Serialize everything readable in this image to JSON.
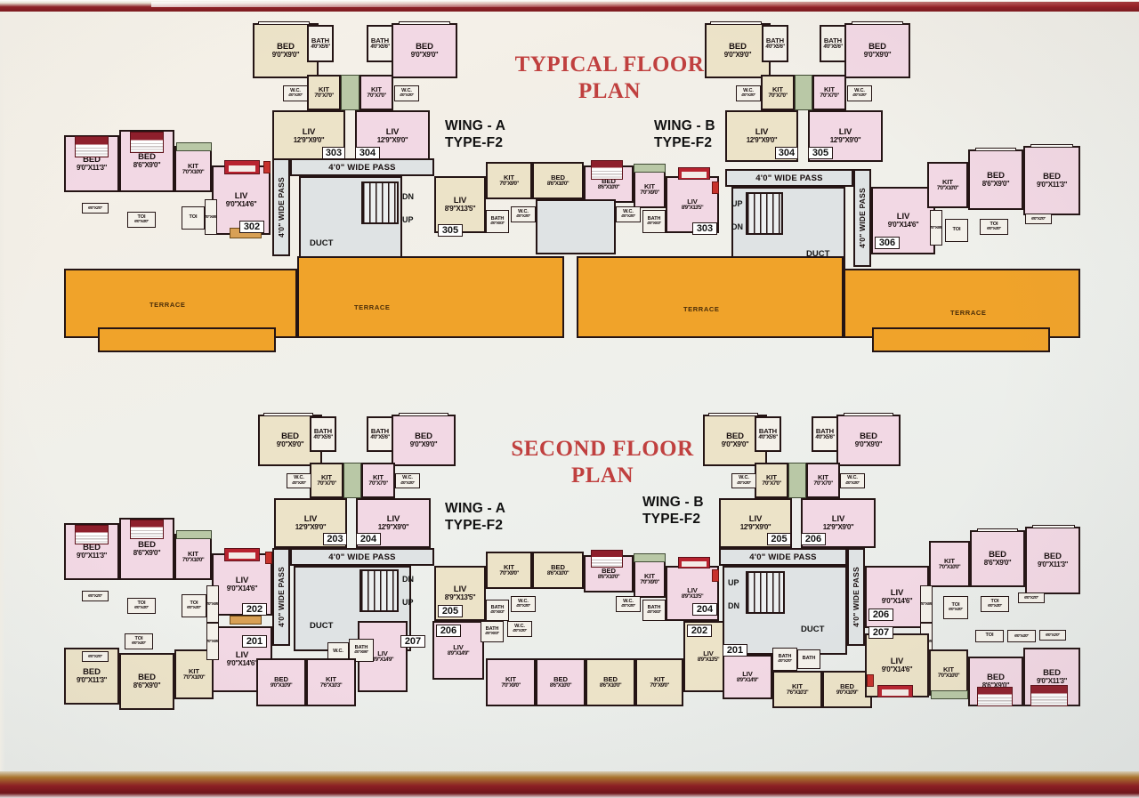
{
  "poster": {
    "accent_title_color": "#c0403f",
    "terrace_color": "#f0a32a",
    "frame_color": "#8b1f24"
  },
  "plans": [
    {
      "id": "typical-floor-plan",
      "title_line1": "TYPICAL FLOOR",
      "title_line2": "PLAN",
      "wings": [
        {
          "name": "WING - A",
          "type": "TYPE-F2"
        },
        {
          "name": "WING - B",
          "type": "TYPE-F2"
        }
      ],
      "unit_tags": [
        "302",
        "303",
        "304",
        "305",
        "305",
        "303",
        "304",
        "305",
        "306"
      ],
      "circulation": {
        "pass_label": "4'0\" WIDE PASS",
        "duct_label": "DUCT",
        "stair_up": "UP",
        "stair_down": "DN"
      },
      "terrace_label": "TERRACE",
      "terrace_count": 4
    },
    {
      "id": "second-floor-plan",
      "title_line1": "SECOND FLOOR",
      "title_line2": "PLAN",
      "wings": [
        {
          "name": "WING - A",
          "type": "TYPE-F2"
        },
        {
          "name": "WING - B",
          "type": "TYPE-F2"
        }
      ],
      "unit_tags": [
        "201",
        "202",
        "203",
        "204",
        "205",
        "206",
        "207",
        "204",
        "205",
        "206",
        "207",
        "201",
        "202"
      ],
      "circulation": {
        "pass_label": "4'0\" WIDE PASS",
        "duct_label": "DUCT",
        "stair_up": "UP",
        "stair_down": "DN"
      }
    }
  ],
  "rooms": {
    "bed_9x11_3": {
      "name": "BED",
      "dim": "9'0\"X11'3\""
    },
    "bed_8_6x9": {
      "name": "BED",
      "dim": "8'6\"X9'0\""
    },
    "bed_9x9": {
      "name": "BED",
      "dim": "9'0\"X9'0\""
    },
    "bed_8_6x10": {
      "name": "BED",
      "dim": "8'6\"X10'0\""
    },
    "bed_9x10_9": {
      "name": "BED",
      "dim": "9'0\"X10'9\""
    },
    "kit_7x10": {
      "name": "KIT",
      "dim": "7'0\"X10'0\""
    },
    "kit_7x9": {
      "name": "KIT",
      "dim": "7'0\"X9'0\""
    },
    "kit_7x7": {
      "name": "KIT",
      "dim": "7'0\"X7'0\""
    },
    "kit_7_6x10_3": {
      "name": "KIT",
      "dim": "7'6\"X10'3\""
    },
    "liv_9x14_6": {
      "name": "LIV",
      "dim": "9'0\"X14'6\""
    },
    "liv_12_9x9": {
      "name": "LIV",
      "dim": "12'9\"X9'0\""
    },
    "liv_8_9x13_5": {
      "name": "LIV",
      "dim": "8'9\"X13'5\""
    },
    "liv_8_9x14_9": {
      "name": "LIV",
      "dim": "8'9\"X14'9\""
    },
    "bath_4x5_6": {
      "name": "BATH",
      "dim": "4'0\"X5'6\""
    },
    "bath_4x5_3": {
      "name": "BATH",
      "dim": "4'0\"X5'3\""
    },
    "bath_4x2": {
      "name": "BATH",
      "dim": "4'0\"X2'0\""
    },
    "wc_4x3": {
      "name": "W.C.",
      "dim": "4'0\"X3'0\""
    },
    "toi_6x4": {
      "name": "TOI",
      "dim": "6'0\"X4'0\""
    },
    "toi_6x2": {
      "name": "",
      "dim": "6'0\"X2'0\""
    },
    "toi_3x6_6": {
      "name": "",
      "dim": "3'0\"X6'6\""
    }
  }
}
